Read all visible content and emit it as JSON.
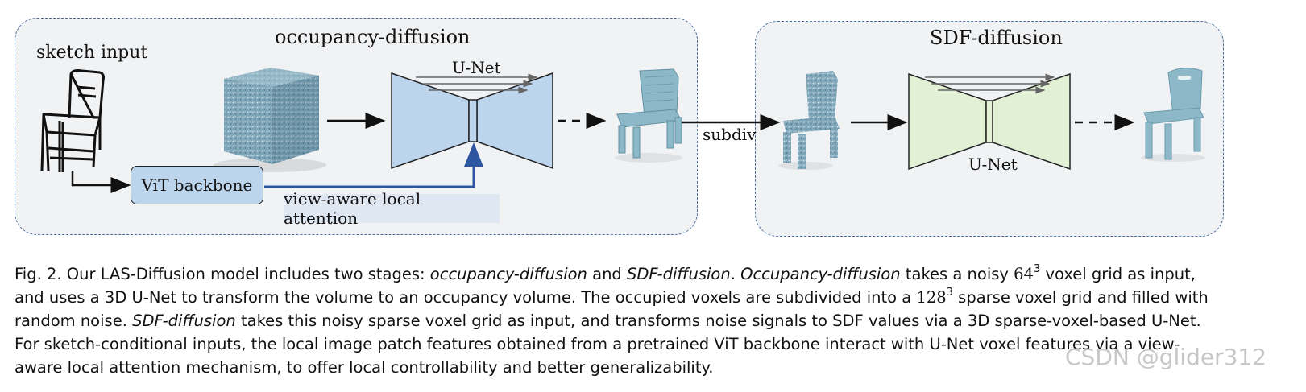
{
  "stages": {
    "occupancy": {
      "title": "occupancy-diffusion"
    },
    "sdf": {
      "title": "SDF-diffusion"
    }
  },
  "labels": {
    "sketch_input": "sketch input",
    "unet_top": "U-Net",
    "unet_bottom": "U-Net",
    "subdiv": "subdiv",
    "vit_backbone": "ViT backbone",
    "view_aware": "view-aware local attention"
  },
  "caption": {
    "fig_label": "Fig. 2.",
    "p1": " Our LAS-Diffusion model includes two stages: ",
    "e1": "occupancy-diffusion",
    "p2": " and ",
    "e2": "SDF-diffusion",
    "p3": ". ",
    "e3": "Occupancy-diffusion",
    "p4": " takes a noisy ",
    "n1": "64",
    "s1": "3",
    "p5": " voxel grid as input, and uses a 3D U-Net to transform the volume to an occupancy volume. The occupied voxels are subdivided into a ",
    "n2": "128",
    "s2": "3",
    "p6": " sparse voxel grid and filled with random noise. ",
    "e4": "SDF-diffusion",
    "p7": " takes this noisy sparse voxel grid as input, and transforms noise signals to SDF values via a 3D sparse-voxel-based U-Net. For sketch-conditional inputs, the local image patch features obtained from a pretrained ViT backbone interact with U-Net voxel features via a view-aware local attention mechanism, to offer local controllability and better generalizability."
  },
  "watermark": "CSDN @glider312",
  "colors": {
    "unet_occupancy": "#bcd4ec",
    "unet_sdf": "#e2f0d6",
    "voxel": "#8fb3c4",
    "chair": "#8cb8c8",
    "attention_arrow": "#2d55a0"
  }
}
